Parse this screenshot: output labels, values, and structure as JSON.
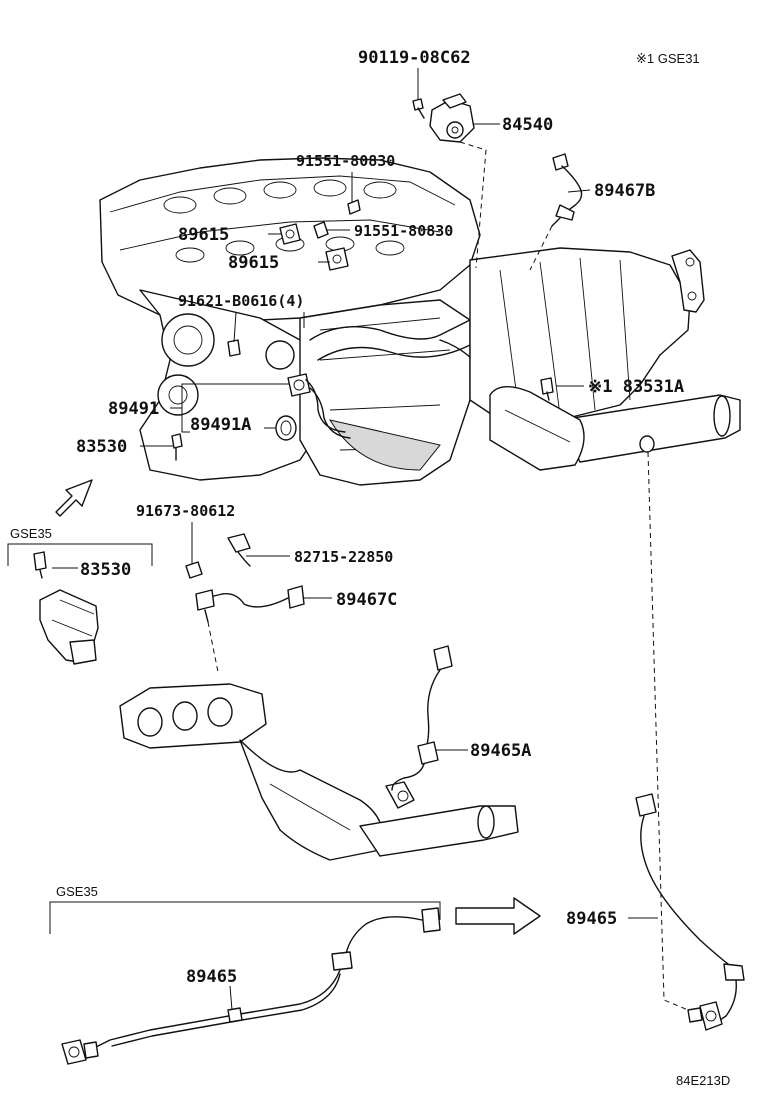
{
  "diagram": {
    "code": "84E213D",
    "notes": {
      "gse31": "※1 GSE31",
      "gse35_top": "GSE35",
      "gse35_bottom": "GSE35"
    },
    "labels": {
      "p90119": "90119-08C62",
      "p84540": "84540",
      "p91551a": "91551-80830",
      "p89467b": "89467B",
      "p89615a": "89615",
      "p91551b": "91551-80830",
      "p89615b": "89615",
      "p91621": "91621-B0616(4)",
      "p89491": "89491",
      "p83531a": "※1 83531A",
      "p89491a": "89491A",
      "p83530a": "83530",
      "p91673": "91673-80612",
      "p83530b": "83530",
      "p82715": "82715-22850",
      "p89467c": "89467C",
      "p89465a": "89465A",
      "p89465r": "89465",
      "p89465b": "89465"
    }
  }
}
